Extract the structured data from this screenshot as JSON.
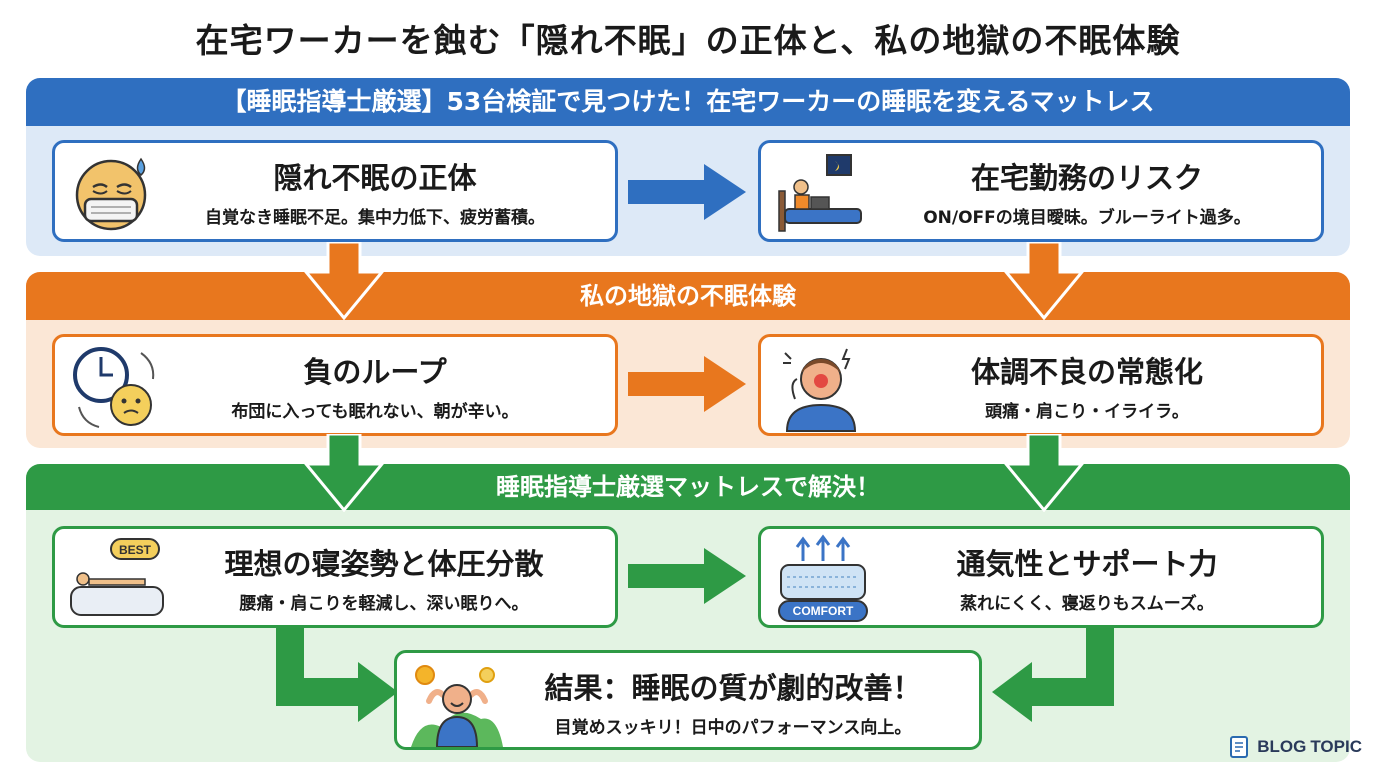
{
  "title": "在宅ワーカーを蝕む「隠れ不眠」の正体と、私の地獄の不眠体験",
  "sections": [
    {
      "header": "【睡眠指導士厳選】53台検証で見つけた！在宅ワーカーの睡眠を変えるマットレス",
      "color": "#2f6fc0",
      "cards": [
        {
          "title": "隠れ不眠の正体",
          "desc": "自覚なき睡眠不足。集中力低下、疲労蓄積。"
        },
        {
          "title": "在宅勤務のリスク",
          "desc": "ON/OFFの境目曖昧。ブルーライト過多。"
        }
      ]
    },
    {
      "header": "私の地獄の不眠体験",
      "color": "#e8771e",
      "cards": [
        {
          "title": "負のループ",
          "desc": "布団に入っても眠れない、朝が辛い。"
        },
        {
          "title": "体調不良の常態化",
          "desc": "頭痛・肩こり・イライラ。"
        }
      ]
    },
    {
      "header": "睡眠指導士厳選マットレスで解決！",
      "color": "#2e9a45",
      "cards": [
        {
          "title": "理想の寝姿勢と体圧分散",
          "desc": "腰痛・肩こりを軽減し、深い眠りへ。",
          "badge": "BEST"
        },
        {
          "title": "通気性とサポート力",
          "desc": "蒸れにくく、寝返りもスムーズ。",
          "badge": "COMFORT"
        }
      ]
    }
  ],
  "result": {
    "title": "結果：睡眠の質が劇的改善！",
    "desc": "目覚めスッキリ！日中のパフォーマンス向上。"
  },
  "logo": {
    "text_bold": "BLOG",
    "text": "TOPIC"
  },
  "colors": {
    "blue": "#2f6fc0",
    "orange": "#e8771e",
    "green": "#2e9a45"
  }
}
